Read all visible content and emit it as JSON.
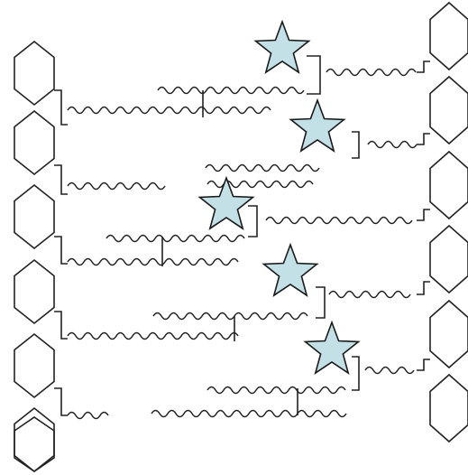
{
  "figure": {
    "colors": {
      "line": "#222222",
      "star_fill": "#c2e0e6",
      "star_stroke": "#1a1a1a",
      "background": "#ffffff"
    },
    "icons": {
      "left_column": "hexagon-icon",
      "right_column": "hexagon-icon",
      "markers": "star-icon",
      "chains": "wavy-chain"
    },
    "counts": {
      "left_hexagons": 7,
      "right_hexagons": 6,
      "stars": 5
    }
  }
}
